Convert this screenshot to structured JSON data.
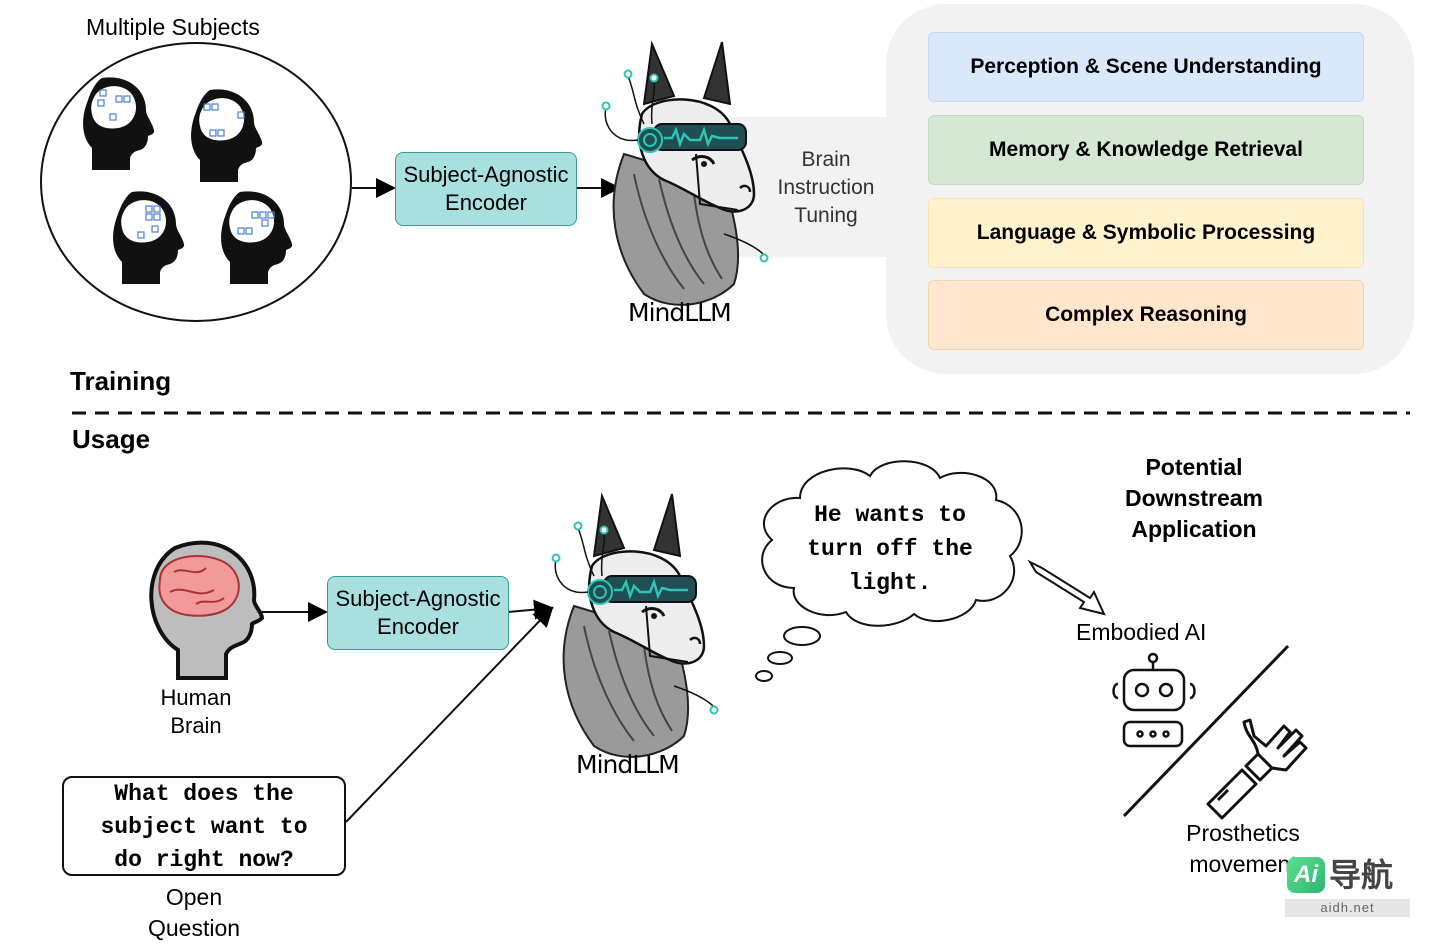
{
  "training": {
    "subjects_label": "Multiple Subjects",
    "encoder": [
      "Subject-Agnostic",
      "Encoder"
    ],
    "model_name": "MindLLM",
    "tuning": [
      "Brain",
      "Instruction",
      "Tuning"
    ],
    "capabilities": [
      {
        "label": "Perception & Scene Understanding",
        "color": "#dae8fc"
      },
      {
        "label": "Memory & Knowledge Retrieval",
        "color": "#d5e8d4"
      },
      {
        "label": "Language & Symbolic Processing",
        "color": "#fff2cc"
      },
      {
        "label": "Complex Reasoning",
        "color": "#ffe6cc"
      }
    ],
    "section_label": "Training"
  },
  "usage": {
    "section_label": "Usage",
    "brain_label": [
      "Human",
      "Brain"
    ],
    "encoder": [
      "Subject-Agnostic",
      "Encoder"
    ],
    "model_name": "MindLLM",
    "question": [
      "What does the",
      "subject want to",
      "do right now?"
    ],
    "question_label": [
      "Open",
      "Question"
    ],
    "thought": [
      "He wants to",
      "turn off the",
      "light."
    ],
    "downstream_title": [
      "Potential",
      "Downstream",
      "Application"
    ],
    "embodied_label": "Embodied AI",
    "prosthetics_label": [
      "Prosthetics",
      "movement"
    ]
  },
  "watermark": {
    "logo": "Ai",
    "text": "导航",
    "domain": "aidh.net"
  },
  "colors": {
    "encoder_fill": "#a8e0e0",
    "encoder_border": "#3a9a9a",
    "panel": "#f2f2f2",
    "teal": "#2ec4b6"
  }
}
